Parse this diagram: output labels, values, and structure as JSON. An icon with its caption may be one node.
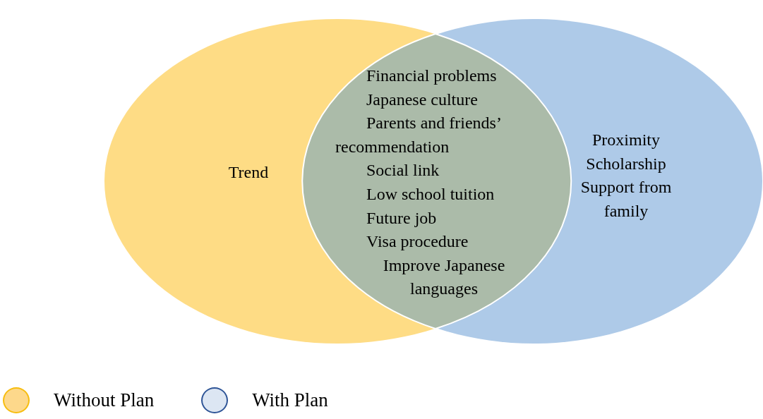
{
  "diagram": {
    "nodes": [
      {
        "text": [
          "Trend"
        ]
      },
      {
        "text": [
          "Proximity",
          "Scholarship",
          "Support from family"
        ]
      },
      {
        "text": [
          "Financial problems",
          "Japanese culture",
          "Parents and friends’ recommendation",
          "Social link",
          "Low school tuition",
          "Future job",
          "Visa procedure",
          "Improve Japanese languages"
        ]
      }
    ],
    "legend": [
      {
        "text": "Without Plan",
        "color": "#fdd88b"
      },
      {
        "text": "With Plan",
        "color": "#dce6f3"
      }
    ]
  }
}
